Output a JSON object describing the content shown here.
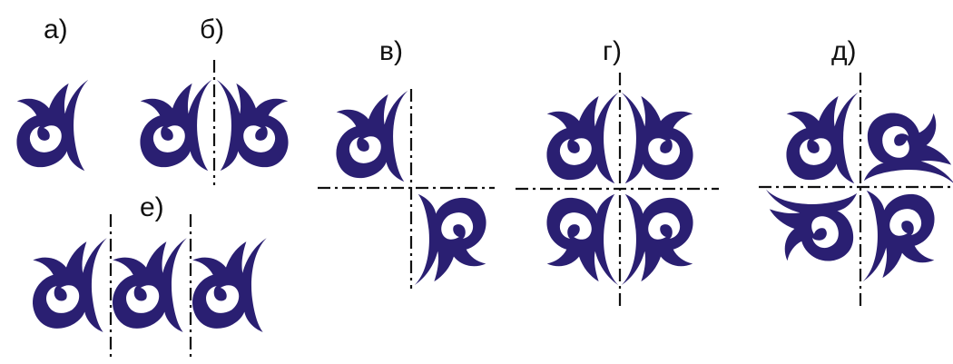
{
  "figure": {
    "labels": {
      "a": "а)",
      "b": "б)",
      "v": "в)",
      "g": "г)",
      "d": "д)",
      "e": "е)"
    },
    "colors": {
      "ornament": "#2a1f72",
      "axis": "#111111",
      "background": "#ffffff"
    }
  }
}
